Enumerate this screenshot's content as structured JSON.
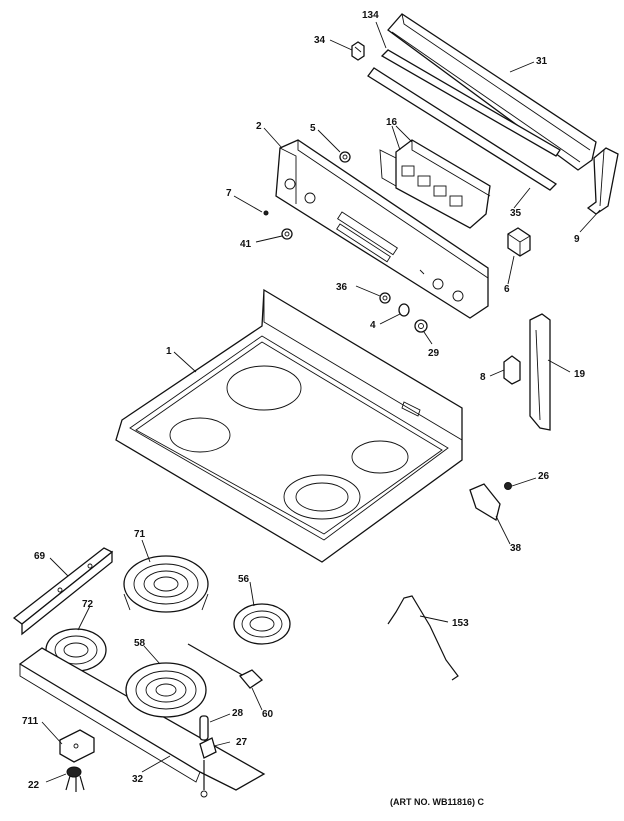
{
  "callouts": {
    "c134": "134",
    "c34": "34",
    "c31": "31",
    "c2": "2",
    "c5": "5",
    "c16": "16",
    "c7": "7",
    "c35": "35",
    "c9": "9",
    "c41": "41",
    "c6": "6",
    "c36": "36",
    "c4": "4",
    "c29": "29",
    "c1": "1",
    "c8": "8",
    "c19": "19",
    "c26": "26",
    "c38": "38",
    "c69": "69",
    "c71": "71",
    "c56": "56",
    "c72": "72",
    "c58": "58",
    "c153": "153",
    "c60": "60",
    "c28": "28",
    "c27": "27",
    "c711": "711",
    "c22": "22",
    "c32": "32"
  },
  "caption": "(ART NO. WB11816) C"
}
